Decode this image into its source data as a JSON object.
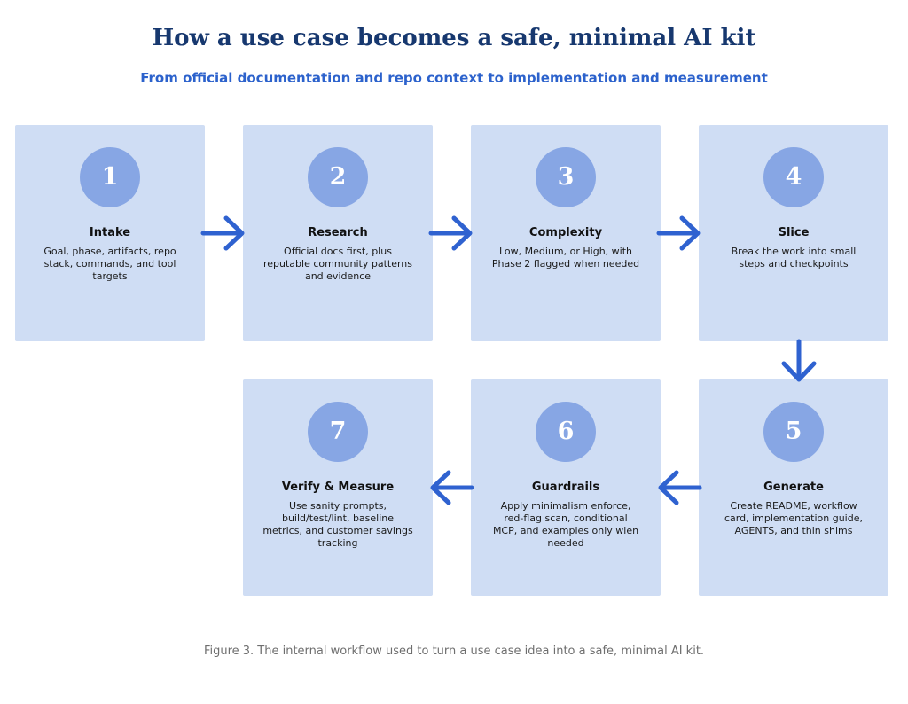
{
  "title": "How a use case becomes a safe, minimal AI kit",
  "subtitle": "From official documentation and repo context to implementation and measurement",
  "steps": [
    {
      "number": "1",
      "title": "Intake",
      "description": "Goal, phase, artifacts, repo stack, commands, and tool targets"
    },
    {
      "number": "2",
      "title": "Research",
      "description": "Official docs first, plus reputable community patterns and evidence"
    },
    {
      "number": "3",
      "title": "Complexity",
      "description": "Low, Medium, or High, with Phase 2 flagged when needed"
    },
    {
      "number": "4",
      "title": "Slice",
      "description": "Break the work into small steps and checkpoints"
    },
    {
      "number": "5",
      "title": "Generate",
      "description": "Create README, workflow card, implementation guide, AGENTS, and thin shims"
    },
    {
      "number": "6",
      "title": "Guardrails",
      "description": "Apply minimalism enforce, red-flag scan, conditional MCP, and examples only wien needed"
    },
    {
      "number": "7",
      "title": "Verify & Measure",
      "description": "Use sanity prompts, build/test/lint, baseline metrics, and customer savings tracking"
    }
  ],
  "caption": "Figure 3. The internal workflow used to turn a use case idea into a safe, minimal AI kit.",
  "colors": {
    "title": "#17386f",
    "subtitle": "#2c62cc",
    "card": "#cfddf4",
    "badge": "#87a6e4",
    "arrow": "#2f62d0",
    "caption": "#6e6e6e"
  }
}
